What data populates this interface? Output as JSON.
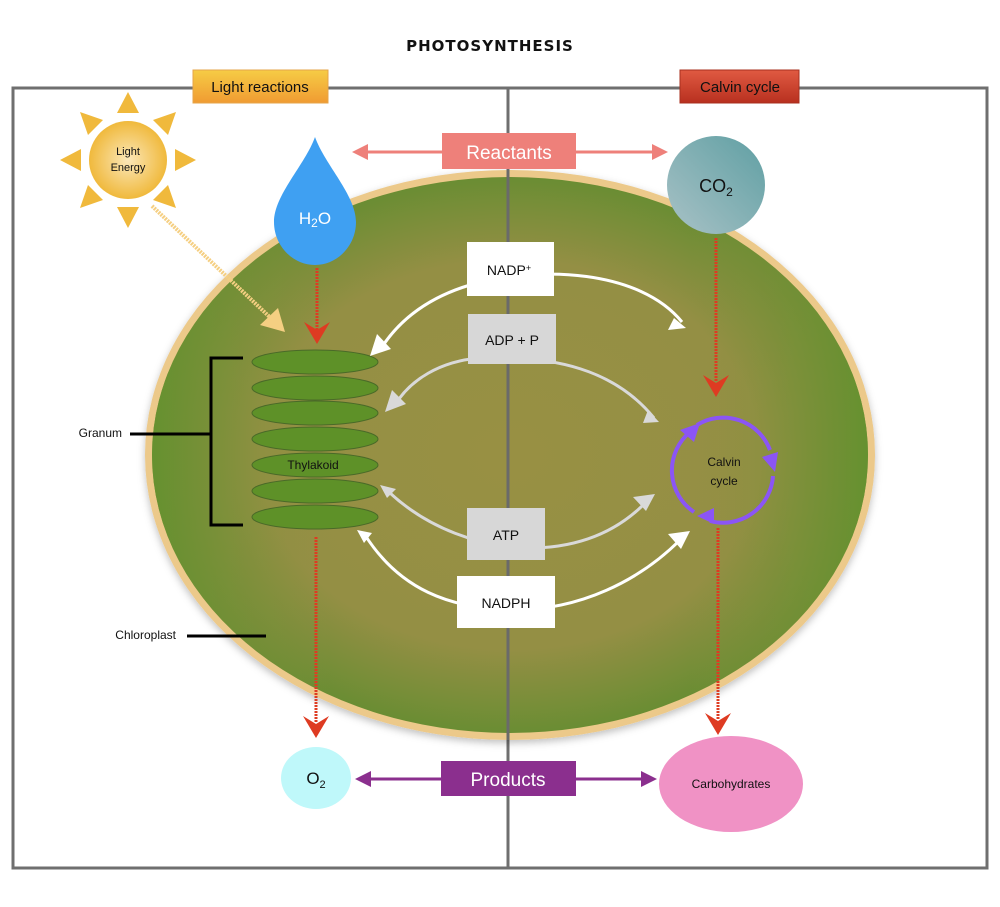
{
  "title": "PHOTOSYNTHESIS",
  "headers": {
    "left": "Light reactions",
    "right": "Calvin cycle"
  },
  "reactants": {
    "label": "Reactants",
    "h2o": {
      "main": "H",
      "sub": "2",
      "tail": "O"
    },
    "co2": {
      "main": "CO",
      "sub": "2"
    }
  },
  "products": {
    "label": "Products",
    "o2": {
      "main": "O",
      "sub": "2"
    },
    "carbohydrates": "Carbohydrates"
  },
  "sun": {
    "line1": "Light",
    "line2": "Energy"
  },
  "carriers": {
    "nadp": {
      "main": "NADP",
      "sup": "+"
    },
    "adp": "ADP + P",
    "atp": "ATP",
    "nadph": "NADPH"
  },
  "thylakoid_label": "Thylakoid",
  "calvin_cycle": {
    "line1": "Calvin",
    "line2": "cycle"
  },
  "callouts": {
    "granum": "Granum",
    "chloroplast": "Chloroplast"
  },
  "colors": {
    "light_header": "#f2b233",
    "calvin_header": "#c9402e",
    "reactants": "#ee807a",
    "products": "#8b2f8e",
    "h2o": "#3fa0f2",
    "co2": "#7aa9ab",
    "o2": "#bff8fa",
    "carbohydrates": "#f092c5",
    "sun": "#f0b93c",
    "chloroplast_outer": "#6f8f35",
    "chloroplast_inner": "#989043",
    "chloroplast_rim": "#ecc98a",
    "thylakoid": "#5e9128",
    "calvin_arrow": "#8b55f5",
    "flow_arrow": "#de3b22",
    "light_arrow": "#f5cf82"
  }
}
